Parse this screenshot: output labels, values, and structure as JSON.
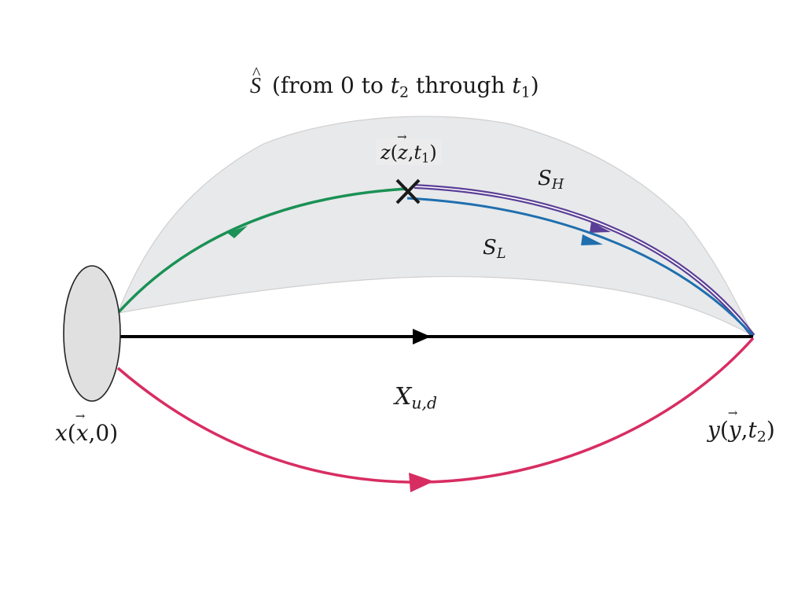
{
  "diagram": {
    "surface": {
      "symbol": "S",
      "description": "(from 0 to ",
      "upper_time": "t",
      "upper_time_index": "2",
      "through_word": " through ",
      "mid_time": "t",
      "mid_time_index": "1",
      "close_paren": ")"
    },
    "vertex_x": {
      "name": "x",
      "open_paren": "(",
      "vector": "x",
      "time": ",0)"
    },
    "vertex_y": {
      "name": "y",
      "open_paren": "(",
      "vector": "y",
      "time_prefix": ",",
      "time": "t",
      "time_index": "2",
      "close_paren": ")"
    },
    "vertex_z": {
      "name": "z",
      "open_paren": "(",
      "vector": "z",
      "time_prefix": ",",
      "time": "t",
      "time_index": "1",
      "close_paren": ")"
    },
    "line_heavy": {
      "symbol": "S",
      "index": "H"
    },
    "line_light": {
      "symbol": "S",
      "index": "L"
    },
    "line_quarks": {
      "symbol": "X",
      "index": "u,d"
    },
    "colors": {
      "green_line": "#1a9155",
      "blue_line": "#1f6fae",
      "purple_line": "#5b3f96",
      "red_line": "#d82d62",
      "black_line": "#000000",
      "surface_fill": "#e8e9eb",
      "source_fill": "#e0e0e0"
    }
  }
}
